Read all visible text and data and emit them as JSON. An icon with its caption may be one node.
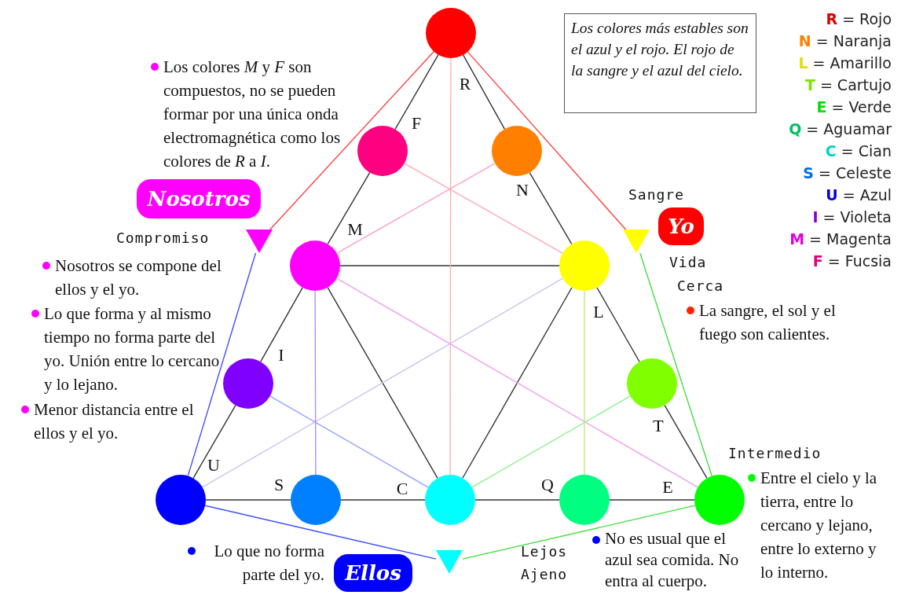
{
  "diagram": {
    "nodes": [
      {
        "text": [],
        "shape": "circle"
      },
      {
        "text": [],
        "shape": "circle"
      },
      {
        "text": [],
        "shape": "circle"
      },
      {
        "text": [],
        "shape": "circle"
      },
      {
        "text": [],
        "shape": "circle"
      },
      {
        "text": [],
        "shape": "circle"
      },
      {
        "text": [],
        "shape": "circle"
      },
      {
        "text": [],
        "shape": "circle"
      },
      {
        "text": [],
        "shape": "circle"
      },
      {
        "text": [],
        "shape": "circle"
      },
      {
        "text": [],
        "shape": "circle"
      },
      {
        "text": [],
        "shape": "circle"
      },
      {
        "text": [],
        "shape": "triangle"
      },
      {
        "text": [],
        "shape": "triangle"
      },
      {
        "text": [],
        "shape": "triangle"
      },
      {
        "text": [
          "Los colores más estables son el azul y el rojo. El rojo de la sangre y el azul del cielo."
        ]
      },
      {
        "text": [
          "Nosotros"
        ]
      },
      {
        "text": [
          "Yo"
        ]
      },
      {
        "text": [
          "Ellos"
        ]
      }
    ],
    "edges": [
      {
        "from": 0,
        "to": 1,
        "arrow": "none",
        "label": "F"
      },
      {
        "from": 0,
        "to": 2,
        "arrow": "none",
        "label": "R"
      },
      {
        "from": 1,
        "to": 3,
        "arrow": "none",
        "label": "M"
      },
      {
        "from": 2,
        "to": 4,
        "arrow": "none",
        "label": "N"
      },
      {
        "from": 3,
        "to": 5,
        "arrow": "none",
        "label": "I"
      },
      {
        "from": 4,
        "to": 6,
        "arrow": "none",
        "label": "L"
      },
      {
        "from": 5,
        "to": 7,
        "arrow": "none",
        "label": "U"
      },
      {
        "from": 6,
        "to": 11,
        "arrow": "none",
        "label": "T"
      },
      {
        "from": 7,
        "to": 8,
        "arrow": "none",
        "label": "S"
      },
      {
        "from": 8,
        "to": 9,
        "arrow": "none",
        "label": "C"
      },
      {
        "from": 9,
        "to": 10,
        "arrow": "none",
        "label": "Q"
      },
      {
        "from": 10,
        "to": 11,
        "arrow": "none",
        "label": "E"
      },
      {
        "from": 3,
        "to": 4,
        "arrow": "none"
      },
      {
        "from": 3,
        "to": 9,
        "arrow": "none"
      },
      {
        "from": 4,
        "to": 9,
        "arrow": "none"
      },
      {
        "from": 0,
        "to": 9,
        "arrow": "none",
        "color": "#ffb0b0"
      },
      {
        "from": 1,
        "to": 4,
        "arrow": "none",
        "color": "#ffa8b8"
      },
      {
        "from": 2,
        "to": 3,
        "arrow": "none",
        "color": "#ffa0c0"
      },
      {
        "from": 3,
        "to": 11,
        "arrow": "none",
        "color": "#f0a0f0"
      },
      {
        "from": 4,
        "to": 7,
        "arrow": "none",
        "color": "#c8c8f0"
      },
      {
        "from": 5,
        "to": 9,
        "arrow": "none",
        "color": "#90a0ff"
      },
      {
        "from": 6,
        "to": 9,
        "arrow": "none",
        "color": "#90f090"
      },
      {
        "from": 3,
        "to": 8,
        "arrow": "none",
        "color": "#b090ff"
      },
      {
        "from": 4,
        "to": 10,
        "arrow": "none",
        "color": "#b0f080"
      },
      {
        "from": 0,
        "to": 12,
        "arrow": "none",
        "color": "#ff4040"
      },
      {
        "from": 0,
        "to": 13,
        "arrow": "none",
        "color": "#ff4040"
      },
      {
        "from": 12,
        "to": 7,
        "arrow": "none",
        "color": "#4050ff"
      },
      {
        "from": 13,
        "to": 11,
        "arrow": "none",
        "color": "#40e040"
      },
      {
        "from": 7,
        "to": 14,
        "arrow": "none",
        "color": "#4050ff"
      },
      {
        "from": 11,
        "to": 14,
        "arrow": "none",
        "color": "#40e040"
      }
    ],
    "labels": [
      "Los colores *M* y *F* son compuestos, no se pueden formar por una única onda electromagnética como los colores de *R* a *I*.",
      "Compromiso",
      "Nosotros se compone del ellos y el yo.",
      "Lo que forma y al mismo tiempo no forma parte del yo. Unión entre lo cercano y lo lejano.",
      "Menor distancia entre el ellos y el yo.",
      "Sangre",
      "Vida",
      "Cerca",
      "La sangre, el sol y el fuego son calientes.",
      "Intermedio",
      "Entre el cielo y la tierra, entre lo cercano y lejano, entre lo externo y lo interno.",
      "Lo que no forma parte del yo.",
      "Lejos",
      "Ajeno",
      "No es usual que el azul sea comida. No entra al cuerpo."
    ],
    "legend": [
      {
        "text": "R = Rojo",
        "color": "#e00000"
      },
      {
        "text": "N = Naranja",
        "color": "#ff8000"
      },
      {
        "text": "L = Amarillo",
        "color": "#e0e000"
      },
      {
        "text": "T = Cartujo",
        "color": "#80e000"
      },
      {
        "text": "E = Verde",
        "color": "#00e000"
      },
      {
        "text": "Q = Aguamar",
        "color": "#00c060"
      },
      {
        "text": "C = Cian",
        "color": "#00d0d0"
      },
      {
        "text": "S = Celeste",
        "color": "#0070e0"
      },
      {
        "text": "U = Azul",
        "color": "#0000e0"
      },
      {
        "text": "I = Violeta",
        "color": "#8000e0"
      },
      {
        "text": "M = Magenta",
        "color": "#e000e0"
      },
      {
        "text": "F = Fucsia",
        "color": "#e00080"
      }
    ]
  }
}
